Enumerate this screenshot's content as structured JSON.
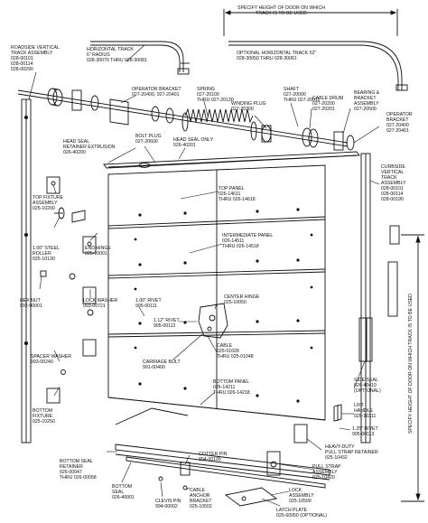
{
  "specify_top": [
    "SPECIFY HEIGHT OF DOOR ON WHICH",
    "TRACK IS TO BE USED"
  ],
  "specify_side": [
    "SPECIFY HEIGHT OF DOOR ON WHICH",
    "TRACK IS TO BE USED"
  ],
  "parts": {
    "roadside_vertical": [
      "ROADSIDE VERTICAL",
      "TRACK ASSEMBLY",
      "028-00101",
      "028-00114",
      "028-00290"
    ],
    "horizontal_track": [
      "HORIZONTAL TRACK",
      "6\" RADIUS",
      "028-30070 THRU 028-30081"
    ],
    "optional_horizontal": [
      "OPTIONAL HORIZONTAL TRACK 52\"",
      "028-30050 THRU 028-30061"
    ],
    "operator_bracket_top": [
      "OPERATOR BRACKET",
      "027-20400, 027-20401"
    ],
    "spring": [
      "SPRING",
      "027-20100",
      "THRU 027-20130"
    ],
    "winding_plug": [
      "WINDING PLUG",
      "027-20300"
    ],
    "shaft": [
      "SHAFT",
      "027-20000",
      "THRU 027-20011"
    ],
    "cable_drum": [
      "CABLE DRUM",
      "027-20200",
      "027-20201"
    ],
    "bearing_bracket": [
      "BEARING &",
      "BRACKET",
      "ASSEMBLY",
      "027-20500"
    ],
    "operator_bracket_right": [
      "OPERATOR",
      "BRACKET",
      "027-20400",
      "027-20401"
    ],
    "bolt_plug": [
      "BOLT PLUG",
      "027-20600"
    ],
    "head_seal_extrusion": [
      "HEAD SEAL",
      "RETAINER EXTRUSION",
      "026-40200"
    ],
    "head_seal_only": [
      "HEAD SEAL ONLY",
      "026-40201"
    ],
    "curbside_vertical": [
      "CURBSIDE",
      "VERTICAL",
      "TRACK",
      "ASSEMBLY",
      "028-00101",
      "028-00114",
      "028-00190"
    ],
    "top_fixture": [
      "TOP FIXTURE",
      "ASSEMBLY",
      "025-10200"
    ],
    "top_panel": [
      "TOP PANEL",
      "026-14611",
      "THRU 026-14618"
    ],
    "steel_roller": [
      "1.00\" STEEL",
      "ROLLER",
      "025-10130"
    ],
    "end_hinge": [
      "END HINGE",
      "025-10001"
    ],
    "intermediate_panel": [
      "INTERMEDIATE PANEL",
      "026-14511",
      "THRU 026-14518"
    ],
    "hex_nut": [
      "HEX NUT",
      "992-00001"
    ],
    "lock_washer": [
      "LOCK WASHER",
      "993-00721"
    ],
    "rivet_100": [
      "1.00\" RIVET",
      "995-00111"
    ],
    "center_hinge": [
      "CENTER HINGE",
      "025-10050"
    ],
    "rivet_112": [
      "1.12\" RIVET",
      "995-00112"
    ],
    "spacer_washer": [
      "SPACER WASHER",
      "993-00240"
    ],
    "carriage_bolt": [
      "CARRIAGE BOLT",
      "991-00400"
    ],
    "cable": [
      "CABLE",
      "025-01028",
      "THRU 025-01048"
    ],
    "side_seal": [
      "SIDE SEAL",
      "026-40410",
      "(optional)"
    ],
    "bottom_fixture": [
      "BOTTOM",
      "FIXTURE",
      "025-10250"
    ],
    "bottom_panel": [
      "BOTTOM PANEL",
      "026-14211",
      "THRU 026-14218"
    ],
    "lift_handle": [
      "LIFT",
      "HANDLE",
      "025-10311"
    ],
    "rivet_125": [
      "1.25\" RIVET",
      "995-00113"
    ],
    "bottom_seal_retainer": [
      "BOTTOM SEAL",
      "RETAINER",
      "026-00047",
      "THRU 026-00058"
    ],
    "heavy_duty_strap": [
      "HEAVY-DUTY",
      "PULL STRAP RETAINER",
      "025-10432"
    ],
    "cotter_pin": [
      "COTTER PIN",
      "994-00105"
    ],
    "pull_strap": [
      "PULL STRAP",
      "ASSEMBLY",
      "025-10420"
    ],
    "bottom_seal": [
      "BOTTOM",
      "SEAL",
      "026-40001"
    ],
    "clevis_pin": [
      "CLEVIS PIN",
      "994-00002"
    ],
    "cable_anchor": [
      "CABLE",
      "ANCHOR",
      "BRACKET",
      "025-10502"
    ],
    "lock_assembly": [
      "LOCK",
      "ASSEMBLY",
      "025-10500"
    ],
    "latch_plate": [
      "LATCH PLATE",
      "025-60050 (optional)"
    ]
  }
}
